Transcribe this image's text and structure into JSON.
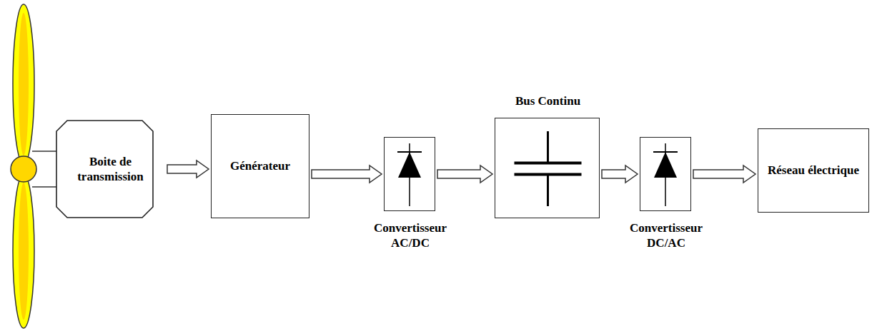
{
  "diagram": {
    "nodes": [
      {
        "text": [
          "Boite de transmission"
        ]
      },
      {
        "text": [
          "Générateur"
        ]
      },
      {
        "text": [
          "Convertisseur AC/DC"
        ]
      },
      {
        "text": [
          "Bus Continu"
        ]
      },
      {
        "text": [
          "Convertisseur DC/AC"
        ]
      },
      {
        "text": [
          "Réseau électrique"
        ]
      }
    ],
    "edges": [
      {
        "from": 0,
        "to": 1,
        "arrow": "to"
      },
      {
        "from": 1,
        "to": 2,
        "arrow": "to"
      },
      {
        "from": 2,
        "to": 3,
        "arrow": "to"
      },
      {
        "from": 3,
        "to": 4,
        "arrow": "to"
      },
      {
        "from": 4,
        "to": 5,
        "arrow": "to"
      }
    ]
  }
}
